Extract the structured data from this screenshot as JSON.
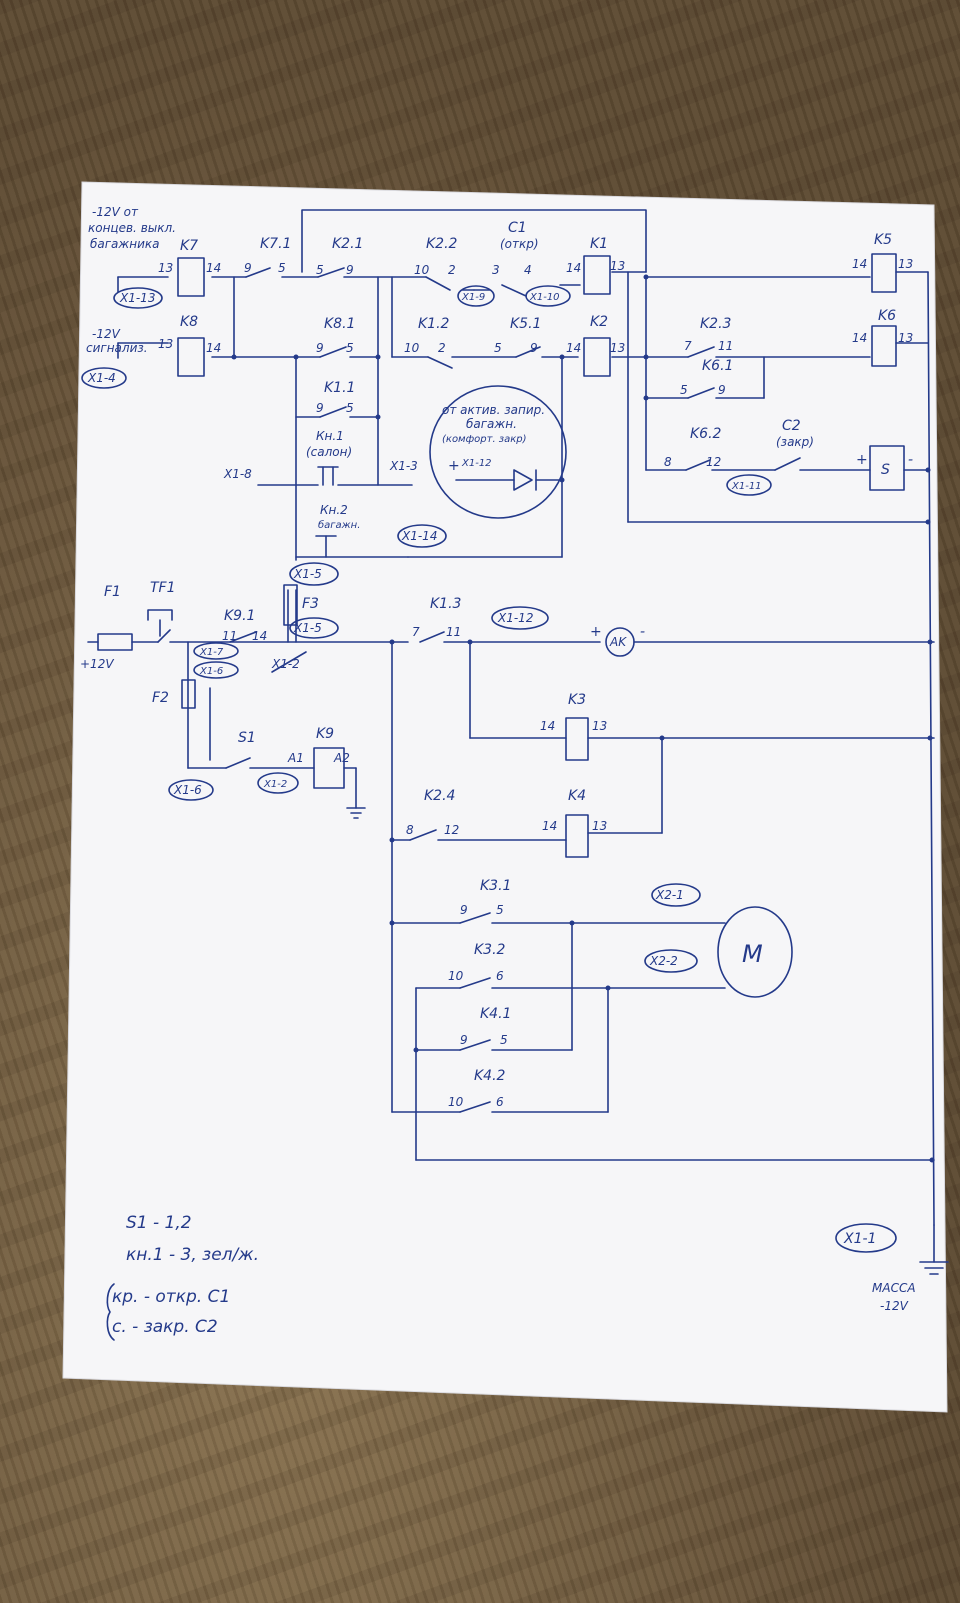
{
  "colors": {
    "ink": "#243a8a",
    "paper": "#f7f7f9",
    "table": "#6e5a3f"
  },
  "labels": {
    "src_k7_1": "-12V от",
    "src_k7_2": "концев. выкл.",
    "src_k7_3": "багажника",
    "src_k8_1": "-12V",
    "src_k8_2": "сигнализ.",
    "k7": "K7",
    "k8": "K8",
    "k71": "K7.1",
    "k21": "K2.1",
    "k22": "K2.2",
    "c1": "C1",
    "c1_open": "(откр)",
    "k1": "K1",
    "k2": "K2",
    "k5": "K5",
    "k6": "K6",
    "k81": "K8.1",
    "k12": "K1.2",
    "k51": "K5.1",
    "k23": "K2.3",
    "k61": "K6.1",
    "k62": "K6.2",
    "c2": "C2",
    "c2_close": "(закр)",
    "k11": "K1.1",
    "kn1": "Кн.1",
    "kn1_salon": "(салон)",
    "kn2": "Кн.2",
    "kn2_bag": "багажн.",
    "note_1": "от актив. запир.",
    "note_2": "багажн.",
    "note_3": "(комфорт. закр)",
    "f1": "F1",
    "tf1": "TF1",
    "plus12v": "+12V",
    "f2": "F2",
    "f3": "F3",
    "k91": "K9.1",
    "k13": "K1.3",
    "k3": "K3",
    "k4": "K4",
    "k24": "K2.4",
    "k9": "K9",
    "s1": "S1",
    "a1": "A1",
    "a2": "A2",
    "ak": "AK",
    "motor": "M",
    "solenoid": "S",
    "k31": "K3.1",
    "k32": "K3.2",
    "k41": "K4.1",
    "k42": "K4.2",
    "ground_1": "МАССА",
    "ground_2": "-12V",
    "x1_13": "X1-13",
    "x1_4": "X1-4",
    "x1_9": "X1-9",
    "x1_10": "X1-10",
    "x1_12": "X1-12",
    "x1_11": "X1-11",
    "x1_8": "X1-8",
    "x1_3": "X1-3",
    "x1_14": "X1-14",
    "x1_5": "X1-5",
    "x1_7": "X1-7",
    "x1_6": "X1-6",
    "x1_2": "X1-2",
    "x1_1": "X1-1",
    "x2_1": "X2-1",
    "x2_2": "X2-2",
    "n13": "13",
    "n14": "14",
    "n9": "9",
    "n5": "5",
    "n10": "10",
    "n2": "2",
    "n3": "3",
    "n4": "4",
    "n7": "7",
    "n11": "11",
    "n8": "8",
    "n12": "12",
    "n6": "6",
    "plus": "+",
    "minus": "-",
    "legend_1": "S1  - 1,2",
    "legend_2": "кн.1 - 3, зел/ж.",
    "legend_3": "кр.  - откр. C1",
    "legend_4": "с.   - закр. C2"
  }
}
